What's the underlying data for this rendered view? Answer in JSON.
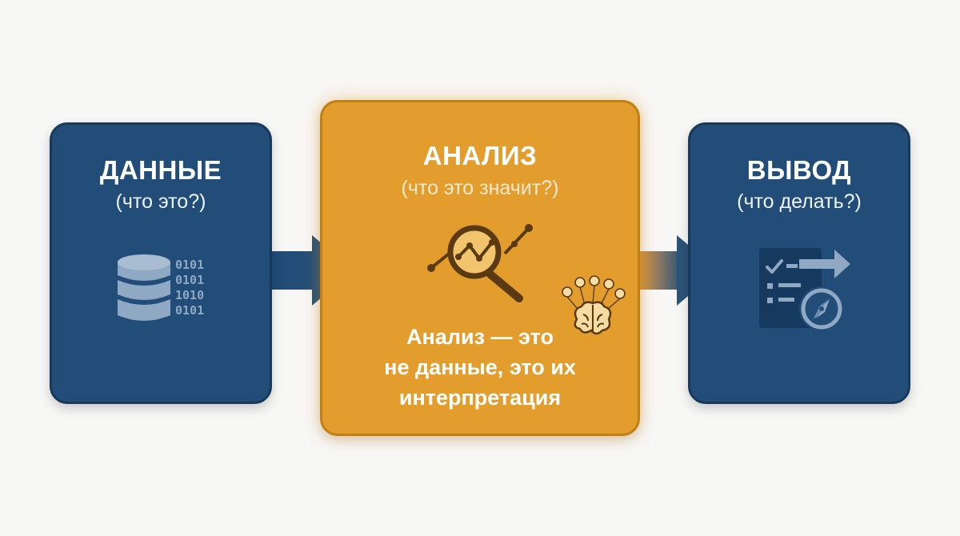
{
  "steps": [
    {
      "title": "ДАННЫЕ",
      "subtitle": "(что это?)",
      "binary": [
        "0101",
        "0101",
        "1010",
        "0101"
      ]
    },
    {
      "title": "АНАЛИЗ",
      "subtitle": "(что это значит?)",
      "quote_lines": [
        "Анализ — это",
        "не данные, это их",
        "интерпретация"
      ]
    },
    {
      "title": "ВЫВОД",
      "subtitle": "(что делать?)"
    }
  ],
  "colors": {
    "navy": "#214d78",
    "orange": "#e39d2c",
    "light_blue": "#8fa8c3",
    "brown": "#5a3a12"
  },
  "icons": {
    "data": "database-icon",
    "analysis": "magnifier-chart-icon",
    "ideas": "brain-lightbulbs-icon",
    "conclusion": "checklist-compass-icon"
  }
}
